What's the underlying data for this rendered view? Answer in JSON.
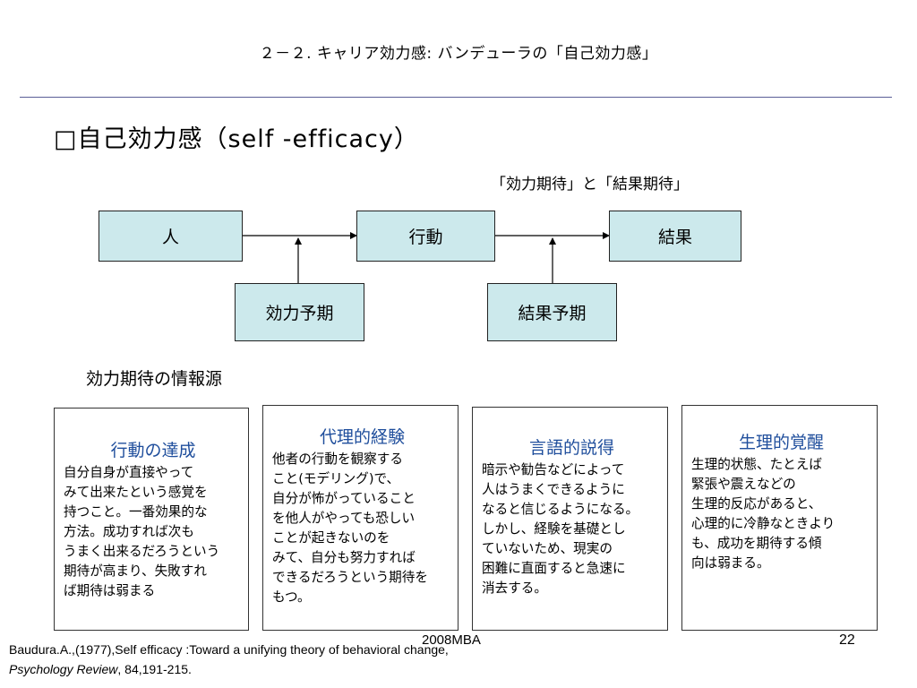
{
  "header": {
    "title": "２－２. キャリア効力感: バンデューラの「自己効力感」"
  },
  "section": {
    "title": "□自己効力感（self -efficacy）"
  },
  "diagram": {
    "label": "「効力期待」と「結果期待」",
    "nodes": {
      "person": "人",
      "action": "行動",
      "result": "結果"
    },
    "expectations": {
      "efficacy": "効力予期",
      "outcome": "結果予期"
    }
  },
  "sources": {
    "title": "効力期待の情報源",
    "cards": [
      {
        "title": "行動の達成",
        "lines": [
          "自分自身が直接やって",
          "みて出来たという感覚を",
          "持つこと。一番効果的な",
          "方法。成功すれば次も",
          "うまく出来るだろうという",
          "期待が高まり、失敗すれ",
          "ば期待は弱まる"
        ]
      },
      {
        "title": "代理的経験",
        "lines": [
          "他者の行動を観察する",
          "こと(モデリング)で、",
          "自分が怖がっていること",
          "を他人がやっても恐しい",
          "ことが起きないのを",
          "みて、自分も努力すれば",
          "できるだろうという期待を",
          "もつ。"
        ]
      },
      {
        "title": "言語的説得",
        "lines": [
          "暗示や勧告などによって",
          "人はうまくできるように",
          "なると信じるようになる。",
          "しかし、経験を基礎とし",
          "ていないため、現実の",
          "困難に直面すると急速に",
          "消去する。"
        ]
      },
      {
        "title": "生理的覚醒",
        "lines": [
          "生理的状態、たとえば",
          "緊張や震えなどの",
          "生理的反応があると、",
          "心理的に冷静なときより",
          "も、成功を期待する傾",
          "向は弱まる。"
        ]
      }
    ]
  },
  "footer": {
    "reference_line1": "Baudura.A.,(1977),Self efficacy :Toward a unifying theory of behavioral change,",
    "journal": "Psychology Review",
    "reference_rest": ", 84,191-215.",
    "watermark": "2008MBA",
    "page_number": "22"
  }
}
